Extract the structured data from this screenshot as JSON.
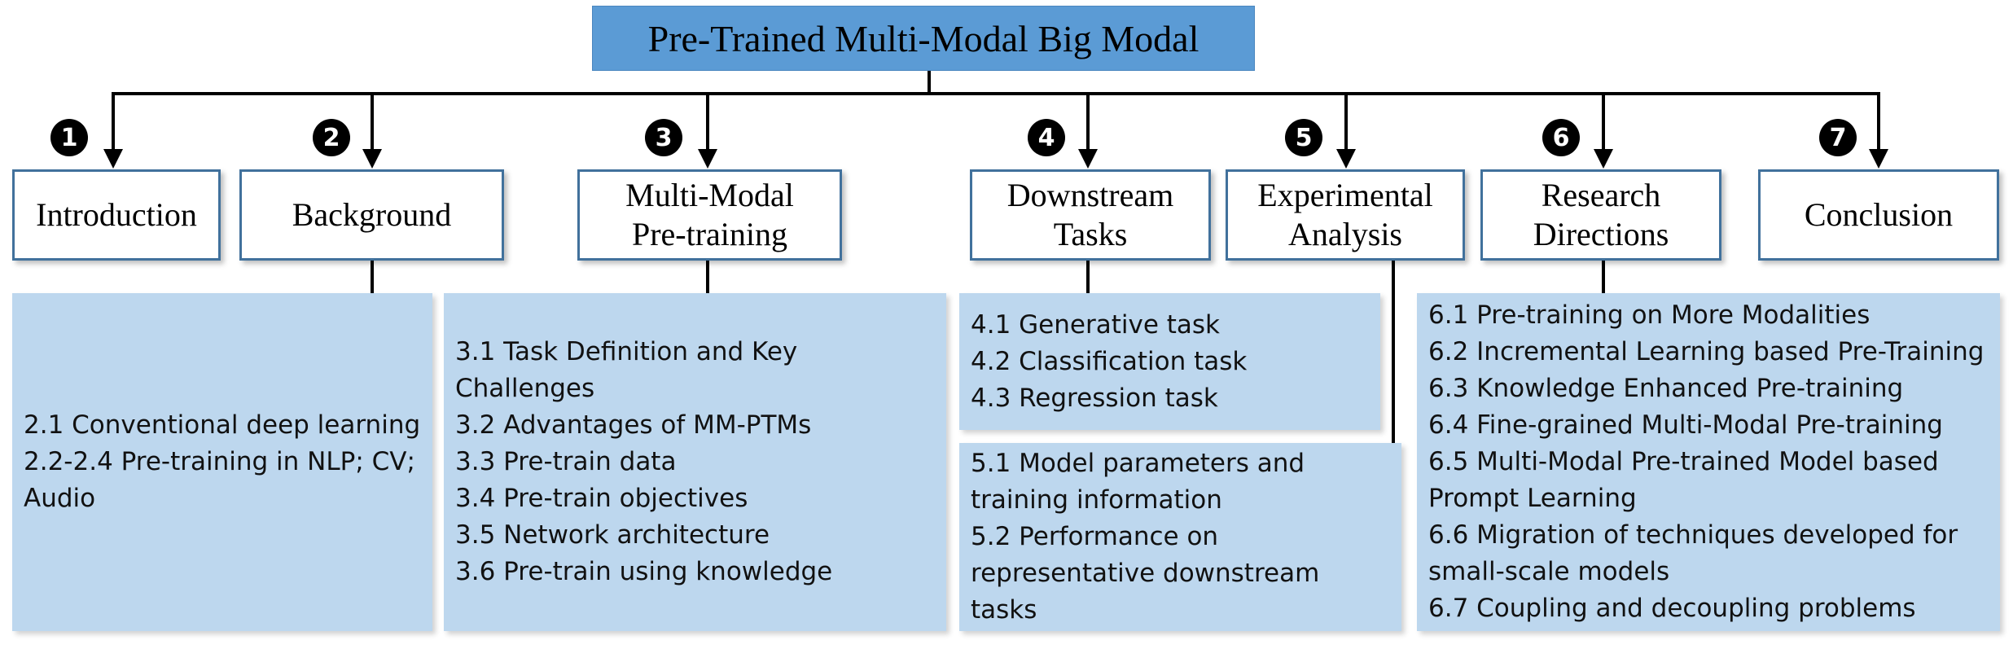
{
  "title": "Pre-Trained Multi-Modal Big Modal",
  "sections": [
    {
      "number": "1",
      "label": "Introduction",
      "items": []
    },
    {
      "number": "2",
      "label": "Background",
      "items": [
        "2.1 Conventional deep learning",
        "2.2-2.4 Pre-training in NLP; CV; Audio"
      ]
    },
    {
      "number": "3",
      "label": "Multi-Modal Pre-training",
      "items": [
        "3.1 Task Definition and Key Challenges",
        "3.2 Advantages of MM-PTMs",
        "3.3 Pre-train data",
        "3.4 Pre-train objectives",
        "3.5 Network architecture",
        "3.6 Pre-train using knowledge"
      ]
    },
    {
      "number": "4",
      "label": "Downstream Tasks",
      "items": [
        "4.1 Generative task",
        "4.2 Classification task",
        "4.3 Regression task"
      ]
    },
    {
      "number": "5",
      "label": "Experimental Analysis",
      "items": [
        "5.1 Model parameters and training information",
        "5.2 Performance on representative downstream tasks"
      ]
    },
    {
      "number": "6",
      "label": "Research Directions",
      "items": [
        "6.1 Pre-training on More Modalities",
        "6.2 Incremental Learning based Pre-Training",
        "6.3 Knowledge Enhanced Pre-training",
        "6.4 Fine-grained Multi-Modal Pre-training",
        "6.5 Multi-Modal Pre-trained Model based Prompt Learning",
        "6.6 Migration of techniques developed for small-scale models",
        "6.7 Coupling and decoupling problems"
      ]
    },
    {
      "number": "7",
      "label": "Conclusion",
      "items": []
    }
  ],
  "colors": {
    "root": "#5b9bd5",
    "section_border": "#41719c",
    "detail_fill": "#bdd7ee",
    "connector": "#000000"
  }
}
